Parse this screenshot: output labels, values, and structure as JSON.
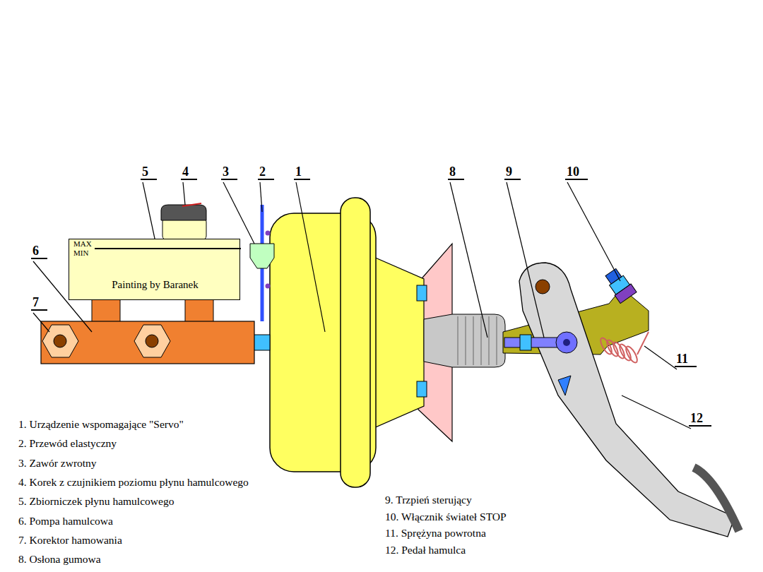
{
  "diagram": {
    "nodes": [
      {
        "text": [
          "MAX",
          "MIN",
          "Painting by Baranek"
        ]
      }
    ],
    "labels": [
      "5",
      "4",
      "3",
      "2",
      "1",
      "8",
      "9",
      "10",
      "6",
      "7",
      "11",
      "12",
      "1. Urządzenie wspomagające \"Servo\"",
      "2. Przewód elastyczny",
      "3. Zawór zwrotny",
      "4. Korek z czujnikiem poziomu płynu hamulcowego",
      "5. Zbiorniczek płynu hamulcowego",
      "6. Pompa hamulcowa",
      "7. Korektor hamowania",
      "8. Osłona gumowa",
      "9. Trzpień sterujący",
      "10. Włącznik świateł STOP",
      "11. Sprężyna powrotna",
      "12. Pedał hamulca"
    ]
  }
}
